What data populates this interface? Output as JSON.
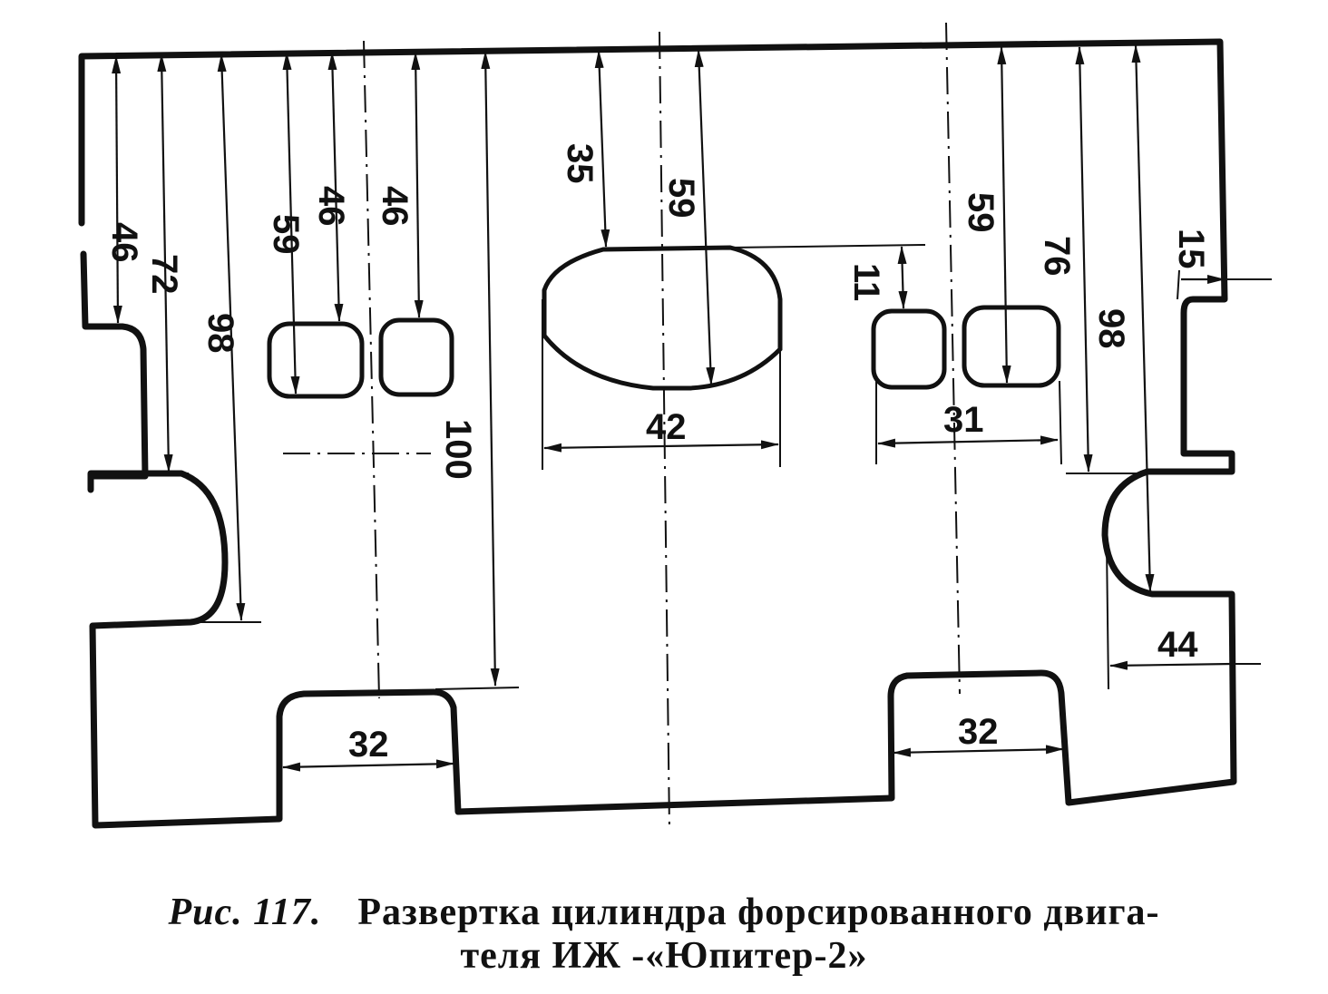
{
  "dimensions": {
    "left_46": "46",
    "left_72": "72",
    "left_98": "98",
    "win1_59": "59",
    "win1_46": "46",
    "win2_46": "46",
    "left_100": "100",
    "center_35": "35",
    "center_59": "59",
    "center_42": "42",
    "right_11": "11",
    "right_59": "59",
    "right_31": "31",
    "right_76": "76",
    "right_98": "98",
    "right_15": "15",
    "right_44": "44",
    "bottom_left_32": "32",
    "bottom_right_32": "32"
  },
  "caption": {
    "figure_label": "Рис. 117.",
    "line1": "Развертка цилиндра форсированного двига-",
    "line2": "теля ИЖ -«Юпитер-2»"
  }
}
